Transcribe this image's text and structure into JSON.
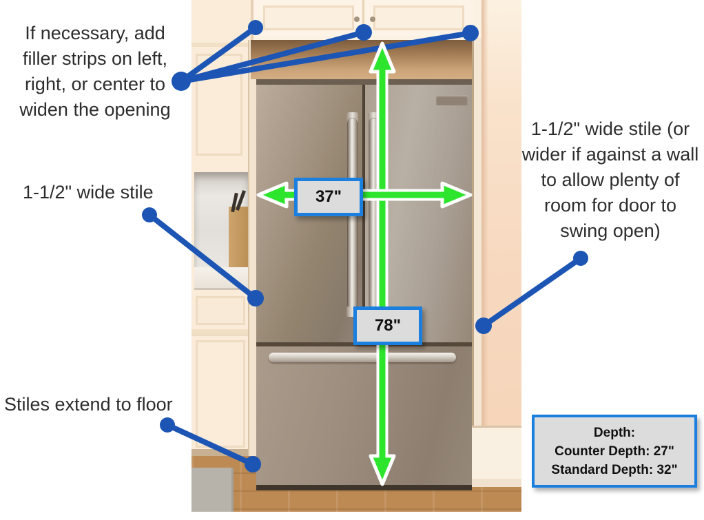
{
  "callouts": {
    "filler": "If necessary, add filler strips on left, right, or center to widen the opening",
    "left_stile": "1-1/2\" wide stile",
    "right_stile": "1-1/2\" wide stile (or wider if against a wall to allow plenty of room for door to swing open)",
    "stiles_floor": "Stiles extend to floor"
  },
  "boxes": {
    "width": "37\"",
    "height": "78\"",
    "depth_title": "Depth:",
    "depth_counter": "Counter Depth: 27\"",
    "depth_standard": "Standard Depth: 32\""
  },
  "measurements": {
    "opening_width_in": 37,
    "opening_height_in": 78,
    "counter_depth_in": 27,
    "standard_depth_in": 32,
    "stile_width_in": "1-1/2"
  },
  "colors": {
    "annotation_blue": "#1c55b4",
    "arrow_green": "#2ee52e",
    "box_border_blue": "#1b7fe0",
    "box_fill": "#dcdcdc",
    "label_text": "#2d2d2d"
  }
}
